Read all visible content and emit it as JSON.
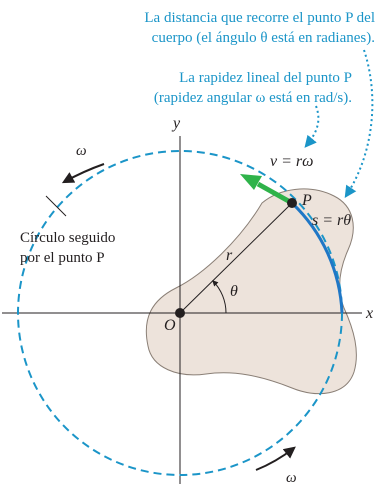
{
  "annotations": {
    "distance_line1": "La distancia que recorre el punto P del",
    "distance_line2": "cuerpo (el ángulo θ está en radianes).",
    "speed_line1": "La rapidez lineal del punto P",
    "speed_line2": "(rapidez angular ω está en rad/s).",
    "circle_line1": "Círculo seguido",
    "circle_line2": "por el punto P"
  },
  "labels": {
    "x_axis": "x",
    "y_axis": "y",
    "origin": "O",
    "point": "P",
    "radius": "r",
    "angle": "θ",
    "omega_top": "ω",
    "omega_bottom": "ω",
    "velocity_eq": "v = rω",
    "arc_eq": "s = rθ"
  },
  "colors": {
    "accent": "#1b95c8",
    "arc": "#1f77c6",
    "velocity": "#2fb34a",
    "body_fill": "#ede3db",
    "body_stroke": "#8a7f76",
    "ink": "#231f20"
  }
}
